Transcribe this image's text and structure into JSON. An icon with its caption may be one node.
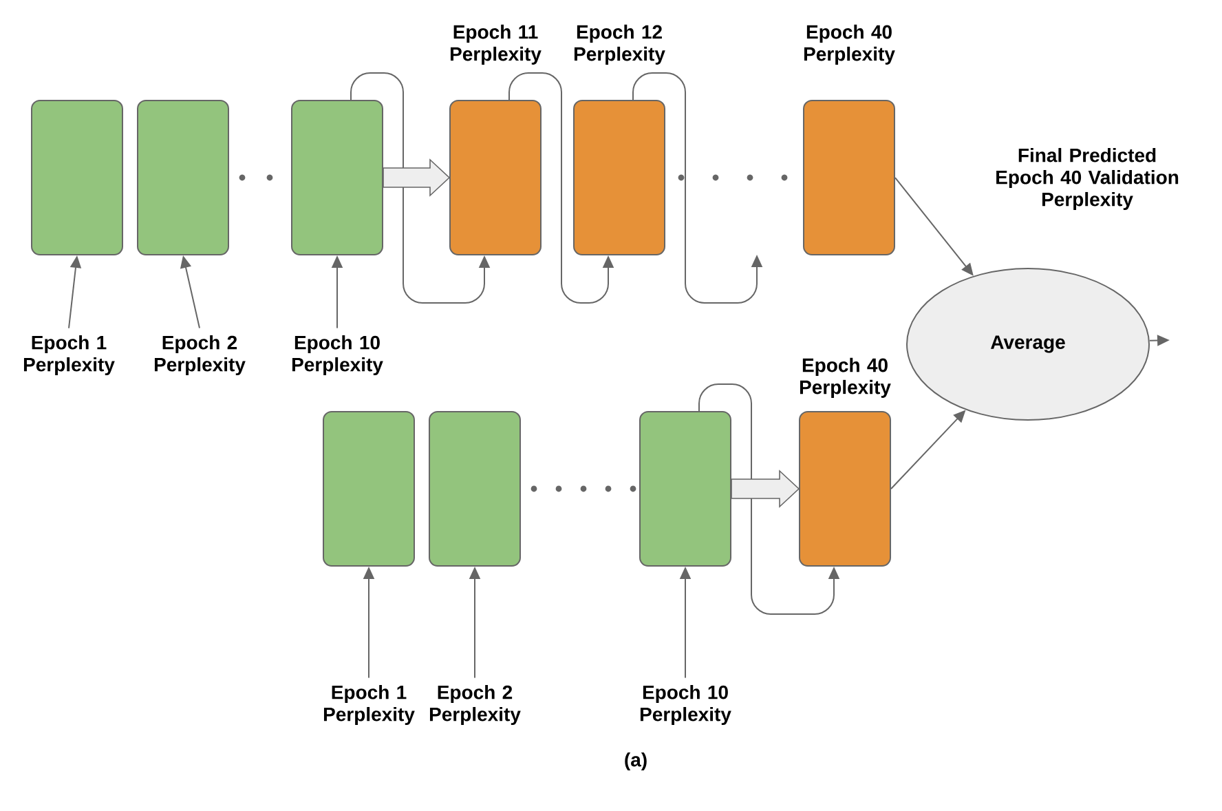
{
  "diagram": {
    "caption": "(a)",
    "nodes": [
      {
        "text": [],
        "shape": "box"
      },
      {
        "text": [],
        "shape": "box"
      },
      {
        "text": [],
        "shape": "box"
      },
      {
        "text": [
          "Epoch 11 Perplexity"
        ]
      },
      {
        "text": [
          "Epoch 12 Perplexity"
        ]
      },
      {
        "text": [
          "Epoch 40 Perplexity"
        ]
      },
      {
        "text": [
          "Average"
        ]
      },
      {
        "text": [],
        "shape": "box"
      },
      {
        "text": [],
        "shape": "box"
      },
      {
        "text": [],
        "shape": "box"
      },
      {
        "text": [
          "Epoch 40 Perplexity"
        ]
      },
      {
        "text": [
          "Epoch 1 Perplexity"
        ]
      },
      {
        "text": [
          "Epoch 2 Perplexity"
        ]
      },
      {
        "text": [
          "Epoch 10 Perplexity"
        ]
      },
      {
        "text": [
          "Epoch 1 Perplexity"
        ]
      },
      {
        "text": [
          "Epoch 2 Perplexity"
        ]
      },
      {
        "text": [
          "Epoch 10 Perplexity"
        ]
      }
    ],
    "edges": [
      {
        "from": 11,
        "to": 0,
        "arrow": "to"
      },
      {
        "from": 12,
        "to": 1,
        "arrow": "to"
      },
      {
        "from": 13,
        "to": 2,
        "arrow": "to"
      },
      {
        "from": 2,
        "to": 3,
        "arrow": "to"
      },
      {
        "from": 2,
        "to": 3,
        "arrow": "to",
        "style": "thick"
      },
      {
        "from": 3,
        "to": 4,
        "arrow": "to"
      },
      {
        "from": 4,
        "to": null,
        "arrow": "to"
      },
      {
        "from": 5,
        "to": 6,
        "arrow": "to"
      },
      {
        "from": 10,
        "to": 6,
        "arrow": "to"
      },
      {
        "from": 6,
        "to": null,
        "arrow": "to"
      },
      {
        "from": 14,
        "to": 7,
        "arrow": "to"
      },
      {
        "from": 15,
        "to": 8,
        "arrow": "to"
      },
      {
        "from": 16,
        "to": 9,
        "arrow": "to"
      },
      {
        "from": 9,
        "to": 10,
        "arrow": "to"
      },
      {
        "from": 9,
        "to": 10,
        "arrow": "to",
        "style": "thick"
      }
    ],
    "labels": [
      "Final Predicted Epoch 40 Validation Perplexity"
    ]
  }
}
